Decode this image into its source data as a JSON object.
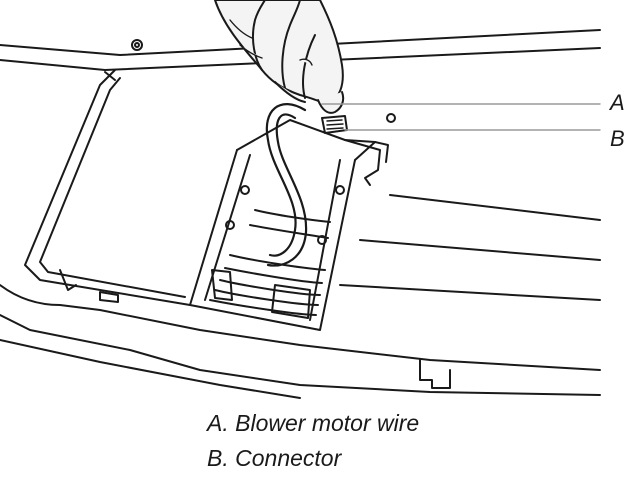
{
  "callouts": {
    "a": "A",
    "b": "B"
  },
  "legend": [
    "A. Blower motor wire",
    "B. Connector"
  ],
  "colors": {
    "line": "#1a1a1a",
    "leader": "#9a9a9a",
    "hand_fill": "#f4f4f4",
    "background": "#ffffff"
  }
}
